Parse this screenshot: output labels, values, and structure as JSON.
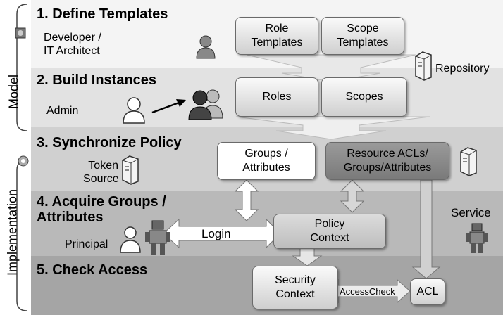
{
  "side": {
    "model_label": "Model",
    "implementation_label": "Implementation"
  },
  "steps": [
    {
      "title": "1. Define Templates"
    },
    {
      "title": "2. Build Instances"
    },
    {
      "title": "3. Synchronize Policy"
    },
    {
      "title": "4. Acquire Groups /\nAttributes"
    },
    {
      "title": "5. Check Access"
    }
  ],
  "actors": {
    "developer": "Developer /\nIT Architect",
    "admin": "Admin",
    "token_source": "Token\nSource",
    "principal": "Principal",
    "repository": "Repository",
    "service": "Service"
  },
  "boxes": {
    "role_templates": "Role\nTemplates",
    "scope_templates": "Scope\nTemplates",
    "roles": "Roles",
    "scopes": "Scopes",
    "groups_attributes": "Groups /\nAttributes",
    "resource_acls": "Resource ACLs/\nGroups/Attributes",
    "policy_context": "Policy\nContext",
    "security_context": "Security\nContext",
    "acl": "ACL"
  },
  "arrows": {
    "login": "Login",
    "access_check": "AccessCheck"
  }
}
